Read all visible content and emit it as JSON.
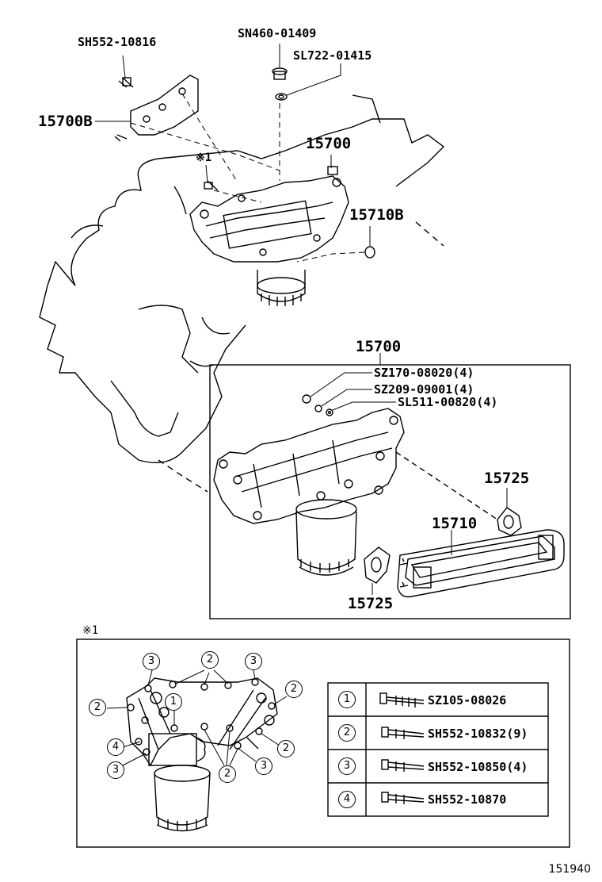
{
  "labels": {
    "sh552_10816": "SH552-10816",
    "sn460_01409": "SN460-01409",
    "sl722_01415": "SL722-01415",
    "p15700B": "15700B",
    "p15700_top": "15700",
    "note_mark_top": "※1",
    "p15710B": "15710B",
    "p15700_box": "15700",
    "sz170_08020": "SZ170-08020(4)",
    "sz209_09001": "SZ209-09001(4)",
    "sl511_00820": "SL511-00820(4)",
    "p15725_right": "15725",
    "p15710": "15710",
    "p15725_bottom": "15725",
    "note_mark_bottom": "※1",
    "ref_number": "151940"
  },
  "bolt_legend": [
    {
      "mark": "1",
      "part": "SZ105-08026"
    },
    {
      "mark": "2",
      "part": "SH552-10832(9)"
    },
    {
      "mark": "3",
      "part": "SH552-10850(4)"
    },
    {
      "mark": "4",
      "part": "SH552-10870"
    }
  ],
  "callouts": {
    "c1": "3",
    "c2": "2",
    "c3": "3",
    "c4": "2",
    "c5": "1",
    "c6": "2",
    "c7": "4",
    "c8": "3",
    "c9": "2",
    "c10": "2",
    "c11": "3",
    "c12": "2"
  }
}
